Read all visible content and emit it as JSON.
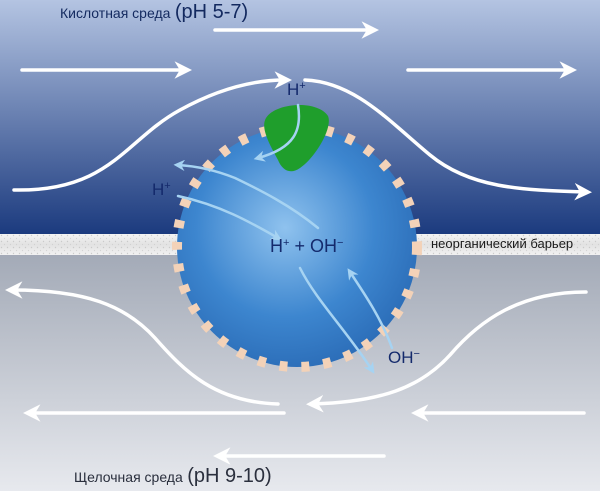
{
  "acidic_label": {
    "text": "Кислотная среда",
    "ph": "(pH 5-7)"
  },
  "alkaline_label": {
    "text": "Щелочная среда",
    "ph": "(pH 9-10)"
  },
  "barrier_label": "неорганический барьер",
  "ions": {
    "h_top": {
      "base": "H",
      "charge": "+"
    },
    "h_left": {
      "base": "H",
      "charge": "+"
    },
    "h_center": {
      "base": "H",
      "charge": "+"
    },
    "plus": "+",
    "oh_center": {
      "base": "OH",
      "charge": "−"
    },
    "oh_bottom": {
      "base": "OH",
      "charge": "−"
    }
  },
  "colors": {
    "acid_top": "#b4c4e2",
    "acid_bottom": "#1b3a7e",
    "alkaline_top": "#a3aab7",
    "alkaline_bottom": "#e7e9ee",
    "sphere": "#3d86cf",
    "sphere_dots": "#f3d2b8",
    "enzyme": "#1f9e2c",
    "ion_arrow": "#a6d3f2",
    "ion_text": "#142a6c"
  }
}
